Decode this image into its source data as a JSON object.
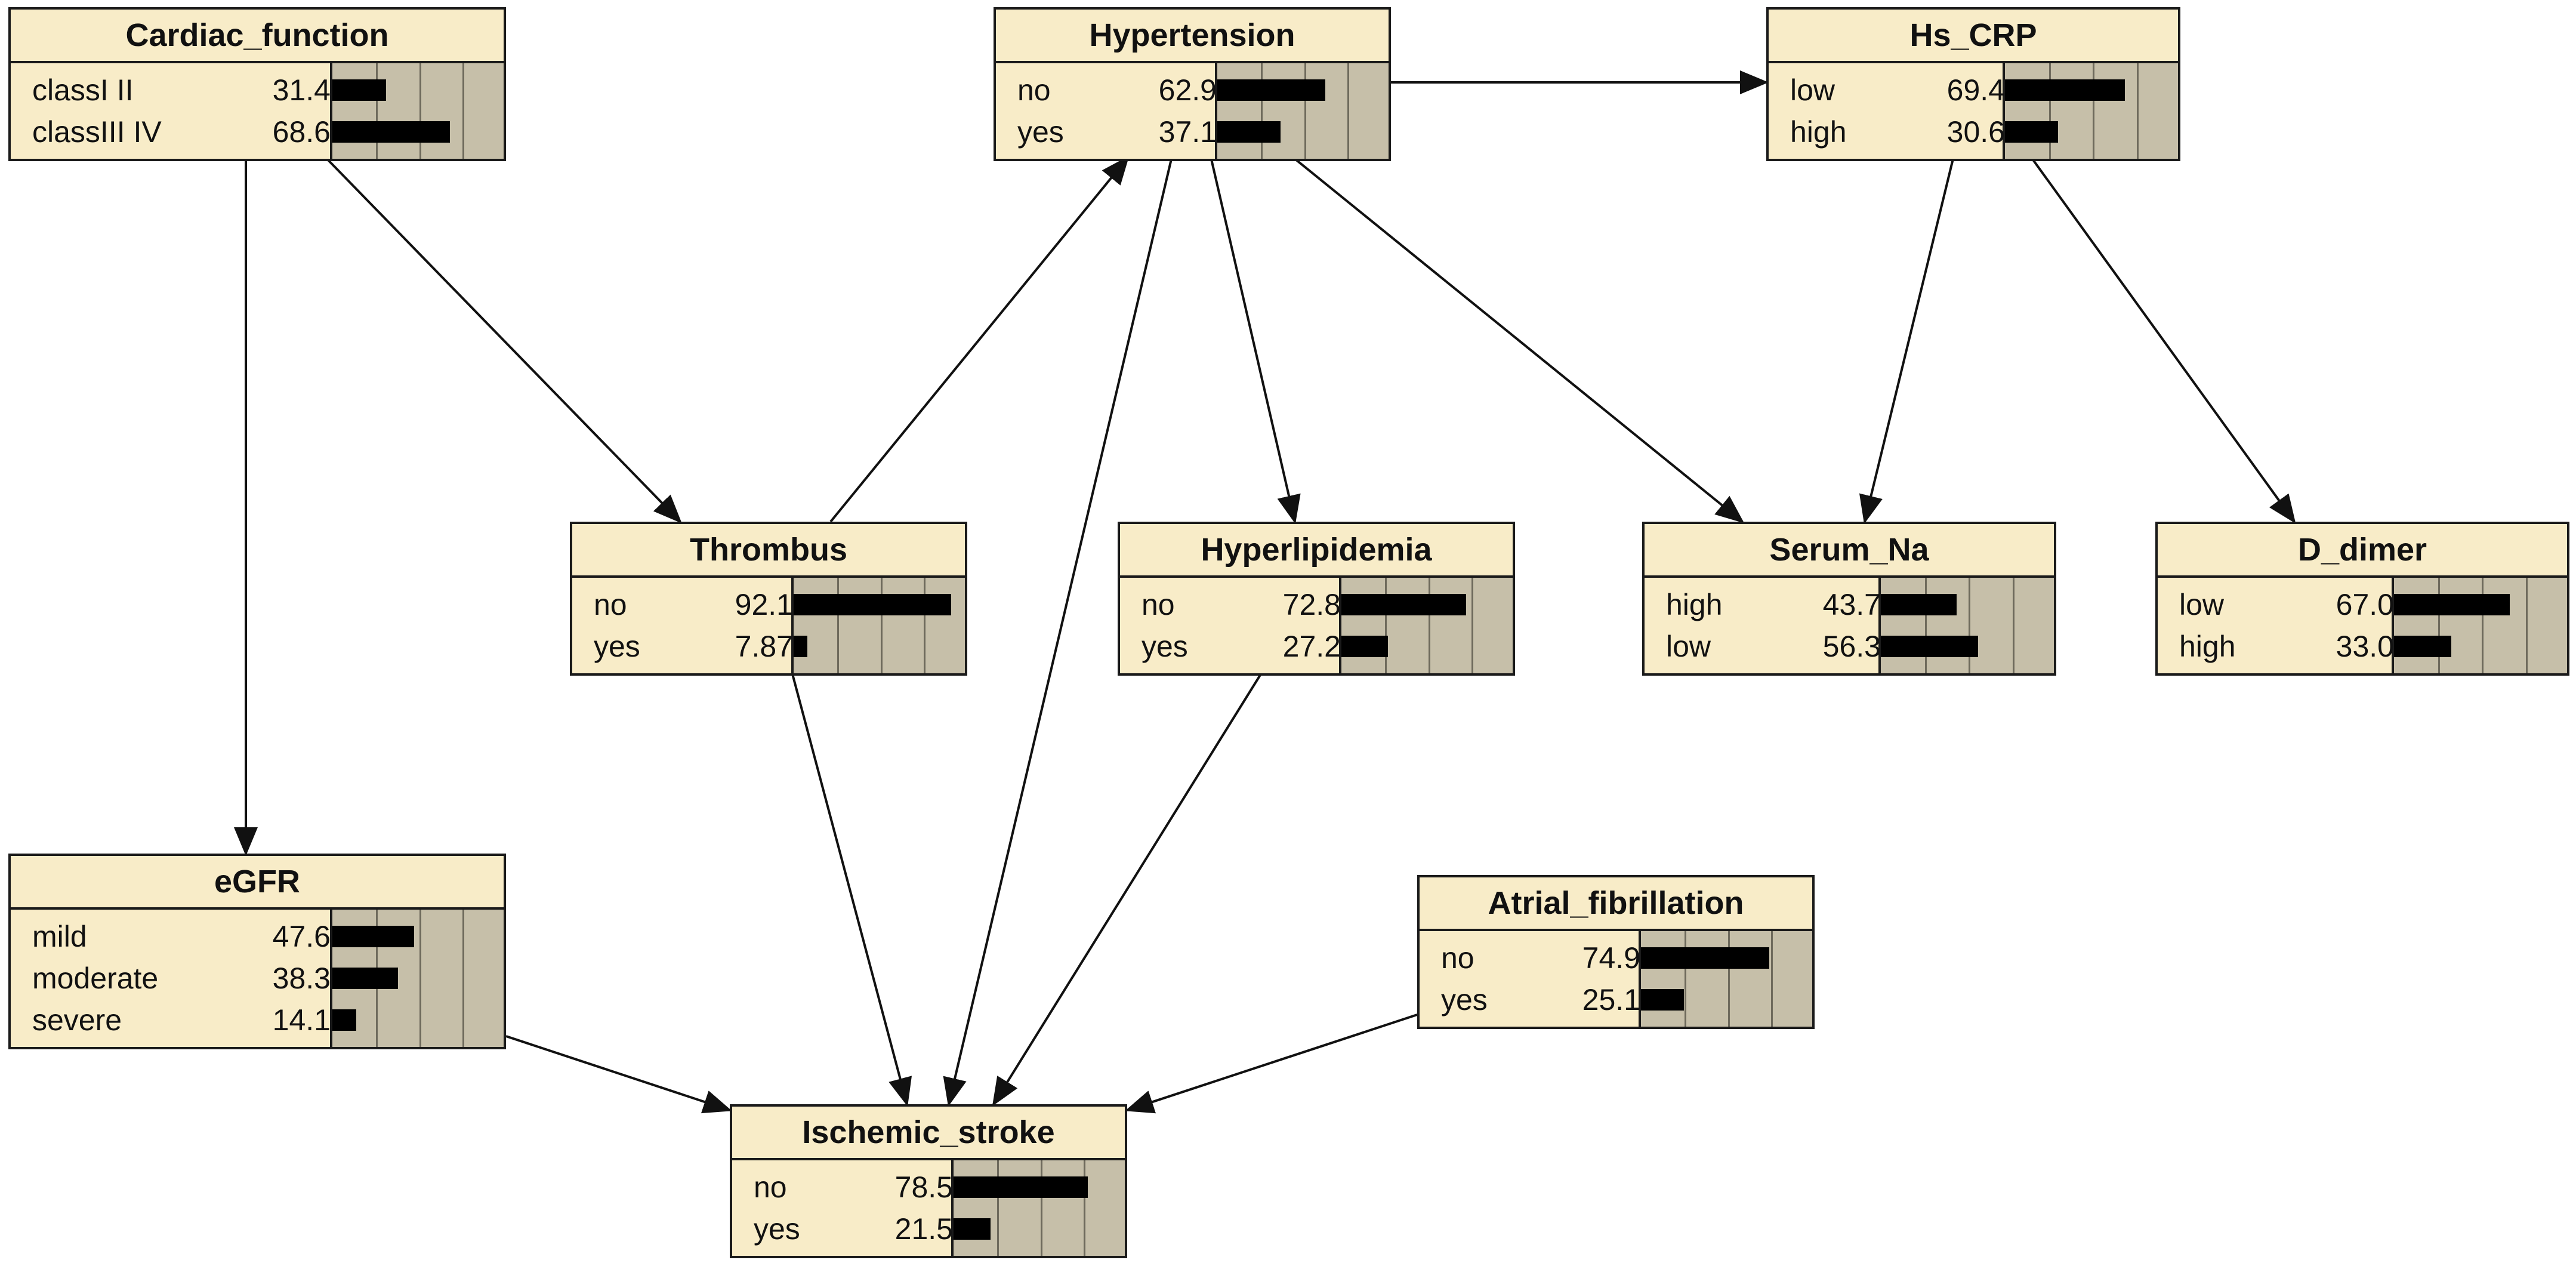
{
  "nodes": [
    {
      "id": "cardiac",
      "title": "Cardiac_function",
      "states": [
        {
          "label": "classI II",
          "value": "31.4",
          "p": 31.4
        },
        {
          "label": "classIII IV",
          "value": "68.6",
          "p": 68.6
        }
      ]
    },
    {
      "id": "hypertension",
      "title": "Hypertension",
      "states": [
        {
          "label": "no",
          "value": "62.9",
          "p": 62.9
        },
        {
          "label": "yes",
          "value": "37.1",
          "p": 37.1
        }
      ]
    },
    {
      "id": "hscrp",
      "title": "Hs_CRP",
      "states": [
        {
          "label": "low",
          "value": "69.4",
          "p": 69.4
        },
        {
          "label": "high",
          "value": "30.6",
          "p": 30.6
        }
      ]
    },
    {
      "id": "thrombus",
      "title": "Thrombus",
      "states": [
        {
          "label": "no",
          "value": "92.1",
          "p": 92.1
        },
        {
          "label": "yes",
          "value": "7.87",
          "p": 7.87
        }
      ]
    },
    {
      "id": "hyperlipidemia",
      "title": "Hyperlipidemia",
      "states": [
        {
          "label": "no",
          "value": "72.8",
          "p": 72.8
        },
        {
          "label": "yes",
          "value": "27.2",
          "p": 27.2
        }
      ]
    },
    {
      "id": "serumna",
      "title": "Serum_Na",
      "states": [
        {
          "label": "high",
          "value": "43.7",
          "p": 43.7
        },
        {
          "label": "low",
          "value": "56.3",
          "p": 56.3
        }
      ]
    },
    {
      "id": "ddimer",
      "title": "D_dimer",
      "states": [
        {
          "label": "low",
          "value": "67.0",
          "p": 67.0
        },
        {
          "label": "high",
          "value": "33.0",
          "p": 33.0
        }
      ]
    },
    {
      "id": "egfr",
      "title": "eGFR",
      "states": [
        {
          "label": "mild",
          "value": "47.6",
          "p": 47.6
        },
        {
          "label": "moderate",
          "value": "38.3",
          "p": 38.3
        },
        {
          "label": "severe",
          "value": "14.1",
          "p": 14.1
        }
      ]
    },
    {
      "id": "afib",
      "title": "Atrial_fibrillation",
      "states": [
        {
          "label": "no",
          "value": "74.9",
          "p": 74.9
        },
        {
          "label": "yes",
          "value": "25.1",
          "p": 25.1
        }
      ]
    },
    {
      "id": "stroke",
      "title": "Ischemic_stroke",
      "states": [
        {
          "label": "no",
          "value": "78.5",
          "p": 78.5
        },
        {
          "label": "yes",
          "value": "21.5",
          "p": 21.5
        }
      ]
    }
  ],
  "edges": [
    {
      "from": "cardiac",
      "to": "thrombus"
    },
    {
      "from": "cardiac",
      "to": "egfr"
    },
    {
      "from": "thrombus",
      "to": "hypertension"
    },
    {
      "from": "hypertension",
      "to": "hscrp"
    },
    {
      "from": "hypertension",
      "to": "hyperlipidemia"
    },
    {
      "from": "hypertension",
      "to": "serumna"
    },
    {
      "from": "hypertension",
      "to": "stroke"
    },
    {
      "from": "hscrp",
      "to": "serumna"
    },
    {
      "from": "hscrp",
      "to": "ddimer"
    },
    {
      "from": "thrombus",
      "to": "stroke"
    },
    {
      "from": "hyperlipidemia",
      "to": "stroke"
    },
    {
      "from": "egfr",
      "to": "stroke"
    },
    {
      "from": "afib",
      "to": "stroke"
    }
  ],
  "colors": {
    "node_fill": "#f8ecc8",
    "bar_background": "#c6bfa9",
    "bar_fill": "#000000",
    "border": "#1a1a1a"
  }
}
